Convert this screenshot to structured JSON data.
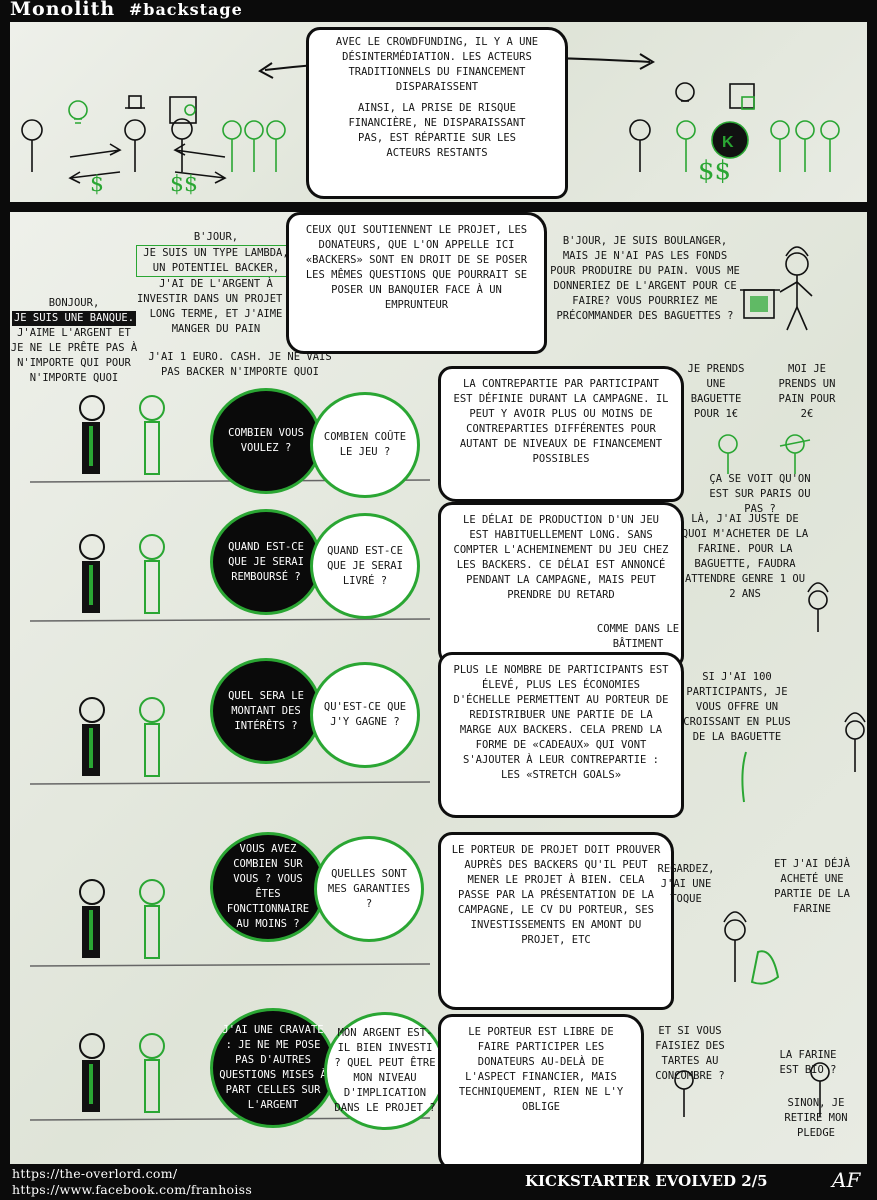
{
  "header": {
    "title": "Monolith",
    "subtitle": "#backstage"
  },
  "top_panel": {
    "bubble_p1": "Avec le crowdfunding, il y a une désintermédiation. Les acteurs traditionnels du financement disparaissent",
    "bubble_p2": "Ainsi, la prise de risque financière, ne disparaissant pas, est répartie sur les acteurs restants",
    "dollar_left": "$",
    "dollar_mid": "$$",
    "dollar_right": "$$"
  },
  "intro": {
    "lambda_pre": "B'jour,",
    "lambda_boxed": "je suis un type lambda, un potentiel backer,",
    "lambda_post": "j'ai de l'argent à investir dans un projet à long terme, et j'aime manger du pain",
    "bank_pre": "Bonjour,",
    "bank_hl": "je suis une banque.",
    "bank_post": "J'aime l'argent et je ne le prête pas à n'importe qui pour n'importe quoi",
    "euro": "J'ai 1 euro. Cash. Je ne vais pas backer n'importe quoi",
    "center": "Ceux qui soutiennent le projet, les donateurs, que l'on appelle ici «backers» sont en droit de se poser les mêmes questions que pourrait se poser un banquier face à un emprunteur",
    "baker": "B'jour, je suis boulanger, mais je n'ai pas les fonds pour produire du pain. Vous me donneriez de l'argent pour ce faire? Vous pourriez me précommander des baguettes ?"
  },
  "rows": [
    {
      "bank_q": "Combien vous voulez ?",
      "backer_q": "Combien coûte le jeu ?",
      "answer": "La contrepartie par participant est définie durant la campagne. Il peut y avoir plus ou moins de contreparties différentes pour autant de niveaux de financement possibles",
      "side_a": "Je prends une baguette pour 1€",
      "side_b": "Moi je prends un pain pour 2€",
      "side_c": "Ça se voit qu'on est sur Paris ou pas ?"
    },
    {
      "bank_q": "Quand est-ce que je serai remboursé ?",
      "backer_q": "Quand est-ce que je serai livré ?",
      "answer": "Le délai de production d'un jeu est habituellement long. Sans compter l'acheminement du jeu chez les backers. Ce délai est annoncé pendant la campagne, mais peut prendre du retard",
      "aside": "comme dans le bâtiment",
      "side_a": "Là, j'ai juste de quoi m'acheter de la farine. Pour la baguette, faudra attendre genre 1 ou 2 ans"
    },
    {
      "bank_q": "Quel sera le montant des intérêts ?",
      "backer_q": "Qu'est-ce que j'y gagne ?",
      "answer": "Plus le nombre de participants est élevé, plus les économies d'échelle permettent au porteur de redistribuer une partie de la marge aux backers. Cela prend la forme de «cadeaux» qui vont s'ajouter à leur contrepartie : les «stretch goals»",
      "side_a": "Si j'ai 100 participants, je vous offre un croissant en plus de la baguette"
    },
    {
      "bank_q": "Vous avez combien sur vous ? Vous êtes fonctionnaire au moins ?",
      "backer_q": "Quelles sont mes garanties ?",
      "answer": "Le porteur de projet doit prouver auprès des backers qu'il peut mener le projet à bien. Cela passe par la présentation de la campagne, le CV du porteur, ses investissements en amont du projet, etc",
      "side_a": "Regardez, j'ai une toque",
      "side_b": "Et j'ai déjà acheté une partie de la farine"
    },
    {
      "bank_q": "J'ai une cravate : je ne me pose pas d'autres questions mises à part celles sur l'argent",
      "backer_q": "Mon argent est-il bien investi ? Quel peut être mon niveau d'implication dans le projet ?",
      "answer": "Le porteur est libre de faire participer les donateurs au-delà de l'aspect financier, mais techniquement, rien ne l'y oblige",
      "side_a": "Et si vous faisiez des tartes au concombre ?",
      "side_b": "La farine est bio ?",
      "side_c": "Sinon, je retire mon pledge"
    }
  ],
  "footer": {
    "link1": "https://the-overlord.com/",
    "link2": "https://www.facebook.com/franhoiss",
    "series": "KICKSTARTER EVOLVED 2/5",
    "signature": "AF"
  },
  "colors": {
    "accent": "#2aa633",
    "ink": "#111111",
    "paper": "#e6e9e1"
  }
}
